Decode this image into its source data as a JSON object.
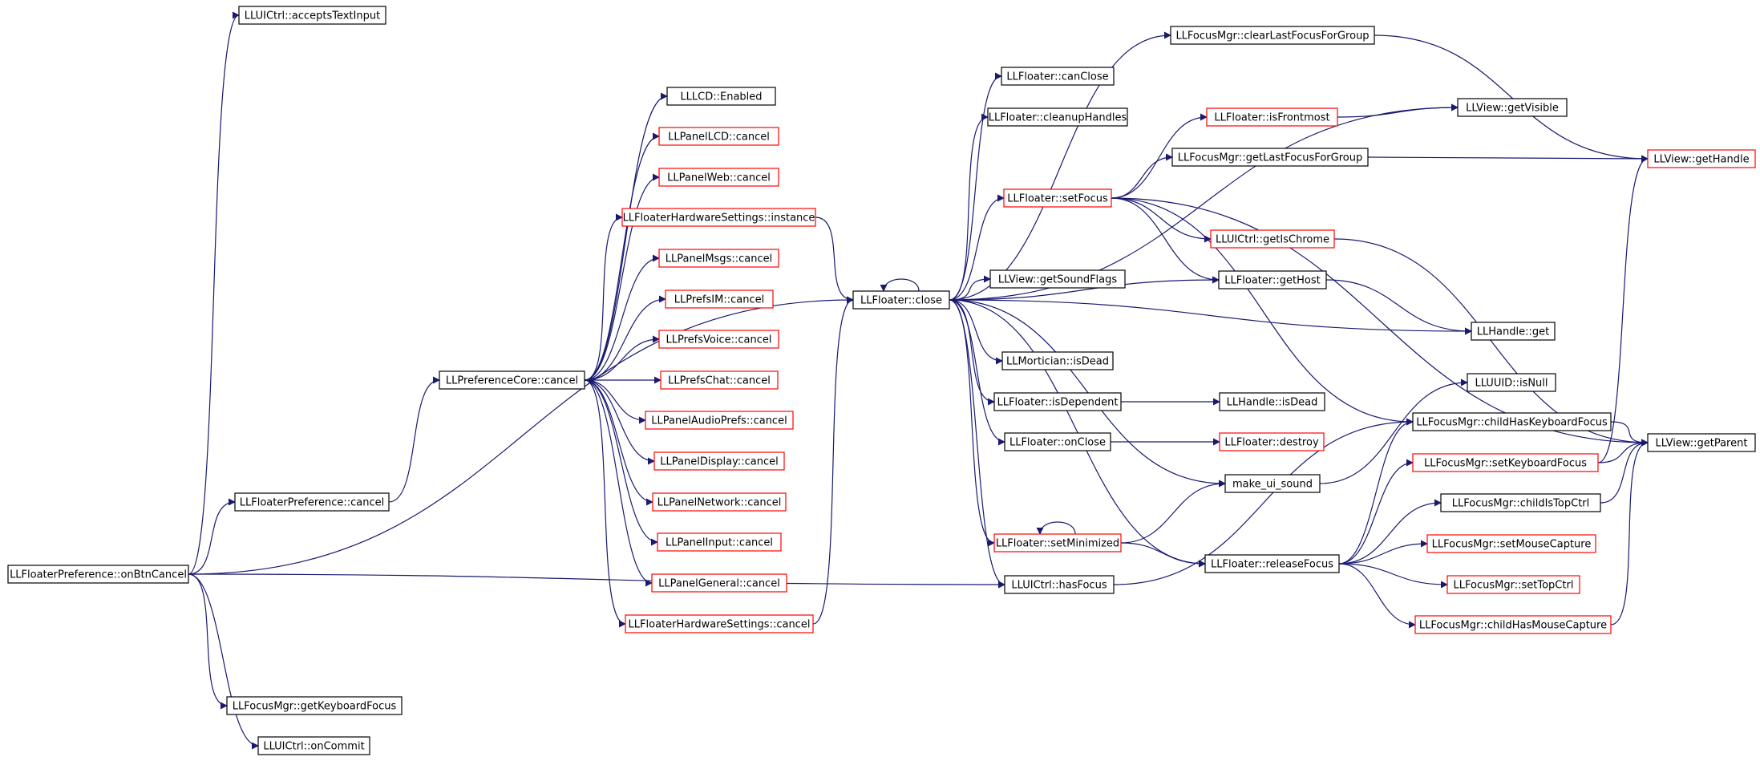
{
  "colors": {
    "edge": "#191970",
    "box_plain": "#000000",
    "box_truncated": "#ff0000",
    "root_fill": "#bfbfbf",
    "background": "#ffffff"
  },
  "nodes": [
    {
      "id": "root",
      "label": "LLFloaterPreference::onBtnCancel",
      "kind": "root"
    },
    {
      "id": "acceptsText",
      "label": "LLUICtrl::acceptsTextInput",
      "kind": "plain"
    },
    {
      "id": "prefCancel",
      "label": "LLFloaterPreference::cancel",
      "kind": "plain"
    },
    {
      "id": "getKbFocus",
      "label": "LLFocusMgr::getKeyboardFocus",
      "kind": "plain"
    },
    {
      "id": "onCommit",
      "label": "LLUICtrl::onCommit",
      "kind": "plain"
    },
    {
      "id": "coreCancel",
      "label": "LLPreferenceCore::cancel",
      "kind": "plain"
    },
    {
      "id": "lcdEnabled",
      "label": "LLLCD::Enabled",
      "kind": "plain"
    },
    {
      "id": "panelLCD",
      "label": "LLPanelLCD::cancel",
      "kind": "truncated"
    },
    {
      "id": "panelWeb",
      "label": "LLPanelWeb::cancel",
      "kind": "truncated"
    },
    {
      "id": "hwInstance",
      "label": "LLFloaterHardwareSettings::instance",
      "kind": "truncated"
    },
    {
      "id": "panelMsgs",
      "label": "LLPanelMsgs::cancel",
      "kind": "truncated"
    },
    {
      "id": "prefsIM",
      "label": "LLPrefsIM::cancel",
      "kind": "truncated"
    },
    {
      "id": "prefsVoice",
      "label": "LLPrefsVoice::cancel",
      "kind": "truncated"
    },
    {
      "id": "prefsChat",
      "label": "LLPrefsChat::cancel",
      "kind": "truncated"
    },
    {
      "id": "panelAudio",
      "label": "LLPanelAudioPrefs::cancel",
      "kind": "truncated"
    },
    {
      "id": "panelDisplay",
      "label": "LLPanelDisplay::cancel",
      "kind": "truncated"
    },
    {
      "id": "panelNetwork",
      "label": "LLPanelNetwork::cancel",
      "kind": "truncated"
    },
    {
      "id": "panelInput",
      "label": "LLPanelInput::cancel",
      "kind": "truncated"
    },
    {
      "id": "panelGeneral",
      "label": "LLPanelGeneral::cancel",
      "kind": "truncated"
    },
    {
      "id": "hwCancel",
      "label": "LLFloaterHardwareSettings::cancel",
      "kind": "truncated"
    },
    {
      "id": "floaterClose",
      "label": "LLFloater::close",
      "kind": "plain"
    },
    {
      "id": "canClose",
      "label": "LLFloater::canClose",
      "kind": "plain"
    },
    {
      "id": "cleanupHandles",
      "label": "LLFloater::cleanupHandles",
      "kind": "plain"
    },
    {
      "id": "setFocus",
      "label": "LLFloater::setFocus",
      "kind": "truncated"
    },
    {
      "id": "getSoundFlags",
      "label": "LLView::getSoundFlags",
      "kind": "plain"
    },
    {
      "id": "isDead",
      "label": "LLMortician::isDead",
      "kind": "plain"
    },
    {
      "id": "isDependent",
      "label": "LLFloater::isDependent",
      "kind": "plain"
    },
    {
      "id": "onClose",
      "label": "LLFloater::onClose",
      "kind": "plain"
    },
    {
      "id": "setMinimized",
      "label": "LLFloater::setMinimized",
      "kind": "truncated"
    },
    {
      "id": "hasFocus",
      "label": "LLUICtrl::hasFocus",
      "kind": "plain"
    },
    {
      "id": "clearLastFocus",
      "label": "LLFocusMgr::clearLastFocusForGroup",
      "kind": "plain"
    },
    {
      "id": "isFrontmost",
      "label": "LLFloater::isFrontmost",
      "kind": "truncated"
    },
    {
      "id": "getLastFocus",
      "label": "LLFocusMgr::getLastFocusForGroup",
      "kind": "plain"
    },
    {
      "id": "getIsChrome",
      "label": "LLUICtrl::getIsChrome",
      "kind": "truncated"
    },
    {
      "id": "getHost",
      "label": "LLFloater::getHost",
      "kind": "plain"
    },
    {
      "id": "handleIsDead",
      "label": "LLHandle::isDead",
      "kind": "plain"
    },
    {
      "id": "destroy",
      "label": "LLFloater::destroy",
      "kind": "truncated"
    },
    {
      "id": "makeUiSound",
      "label": "make_ui_sound",
      "kind": "plain"
    },
    {
      "id": "releaseFocus",
      "label": "LLFloater::releaseFocus",
      "kind": "plain"
    },
    {
      "id": "getVisible",
      "label": "LLView::getVisible",
      "kind": "plain"
    },
    {
      "id": "getHandle",
      "label": "LLView::getHandle",
      "kind": "truncated"
    },
    {
      "id": "handleGet",
      "label": "LLHandle::get",
      "kind": "plain"
    },
    {
      "id": "uuidIsNull",
      "label": "LLUUID::isNull",
      "kind": "plain"
    },
    {
      "id": "childHasKbFocus",
      "label": "LLFocusMgr::childHasKeyboardFocus",
      "kind": "plain"
    },
    {
      "id": "setKbFocus",
      "label": "LLFocusMgr::setKeyboardFocus",
      "kind": "truncated"
    },
    {
      "id": "childIsTopCtrl",
      "label": "LLFocusMgr::childIsTopCtrl",
      "kind": "plain"
    },
    {
      "id": "setMouseCapture",
      "label": "LLFocusMgr::setMouseCapture",
      "kind": "truncated"
    },
    {
      "id": "setTopCtrl",
      "label": "LLFocusMgr::setTopCtrl",
      "kind": "truncated"
    },
    {
      "id": "childHasMouseCapture",
      "label": "LLFocusMgr::childHasMouseCapture",
      "kind": "truncated"
    },
    {
      "id": "getParent",
      "label": "LLView::getParent",
      "kind": "plain"
    }
  ],
  "edges": [
    [
      "root",
      "acceptsText"
    ],
    [
      "root",
      "prefCancel"
    ],
    [
      "root",
      "getKbFocus"
    ],
    [
      "root",
      "onCommit"
    ],
    [
      "root",
      "floaterClose"
    ],
    [
      "root",
      "hasFocus"
    ],
    [
      "prefCancel",
      "coreCancel"
    ],
    [
      "coreCancel",
      "lcdEnabled"
    ],
    [
      "coreCancel",
      "panelLCD"
    ],
    [
      "coreCancel",
      "panelWeb"
    ],
    [
      "coreCancel",
      "hwInstance"
    ],
    [
      "coreCancel",
      "panelMsgs"
    ],
    [
      "coreCancel",
      "prefsIM"
    ],
    [
      "coreCancel",
      "prefsVoice"
    ],
    [
      "coreCancel",
      "prefsChat"
    ],
    [
      "coreCancel",
      "panelAudio"
    ],
    [
      "coreCancel",
      "panelDisplay"
    ],
    [
      "coreCancel",
      "panelNetwork"
    ],
    [
      "coreCancel",
      "panelInput"
    ],
    [
      "coreCancel",
      "panelGeneral"
    ],
    [
      "coreCancel",
      "hwCancel"
    ],
    [
      "hwInstance",
      "floaterClose"
    ],
    [
      "hwCancel",
      "floaterClose"
    ],
    [
      "floaterClose",
      "floaterClose"
    ],
    [
      "floaterClose",
      "clearLastFocus"
    ],
    [
      "floaterClose",
      "canClose"
    ],
    [
      "floaterClose",
      "cleanupHandles"
    ],
    [
      "floaterClose",
      "getVisible"
    ],
    [
      "floaterClose",
      "setFocus"
    ],
    [
      "floaterClose",
      "getHost"
    ],
    [
      "floaterClose",
      "getSoundFlags"
    ],
    [
      "floaterClose",
      "handleGet"
    ],
    [
      "floaterClose",
      "isDead"
    ],
    [
      "floaterClose",
      "isDependent"
    ],
    [
      "floaterClose",
      "onClose"
    ],
    [
      "floaterClose",
      "makeUiSound"
    ],
    [
      "floaterClose",
      "setMinimized"
    ],
    [
      "floaterClose",
      "hasFocus"
    ],
    [
      "floaterClose",
      "releaseFocus"
    ],
    [
      "setFocus",
      "isFrontmost"
    ],
    [
      "setFocus",
      "getLastFocus"
    ],
    [
      "setFocus",
      "getIsChrome"
    ],
    [
      "setFocus",
      "getHost"
    ],
    [
      "setFocus",
      "getParent"
    ],
    [
      "setFocus",
      "childHasKbFocus"
    ],
    [
      "isFrontmost",
      "getVisible"
    ],
    [
      "clearLastFocus",
      "getHandle"
    ],
    [
      "getLastFocus",
      "getHandle"
    ],
    [
      "getIsChrome",
      "getParent"
    ],
    [
      "getHost",
      "handleGet"
    ],
    [
      "isDependent",
      "handleIsDead"
    ],
    [
      "onClose",
      "destroy"
    ],
    [
      "setMinimized",
      "setMinimized"
    ],
    [
      "setMinimized",
      "makeUiSound"
    ],
    [
      "setMinimized",
      "releaseFocus"
    ],
    [
      "makeUiSound",
      "uuidIsNull"
    ],
    [
      "hasFocus",
      "childHasKbFocus"
    ],
    [
      "releaseFocus",
      "childHasKbFocus"
    ],
    [
      "releaseFocus",
      "setKbFocus"
    ],
    [
      "releaseFocus",
      "childIsTopCtrl"
    ],
    [
      "releaseFocus",
      "setMouseCapture"
    ],
    [
      "releaseFocus",
      "setTopCtrl"
    ],
    [
      "releaseFocus",
      "childHasMouseCapture"
    ],
    [
      "childHasKbFocus",
      "getParent"
    ],
    [
      "setKbFocus",
      "getParent"
    ],
    [
      "setKbFocus",
      "getHandle"
    ],
    [
      "childIsTopCtrl",
      "getParent"
    ],
    [
      "childHasMouseCapture",
      "getParent"
    ]
  ]
}
